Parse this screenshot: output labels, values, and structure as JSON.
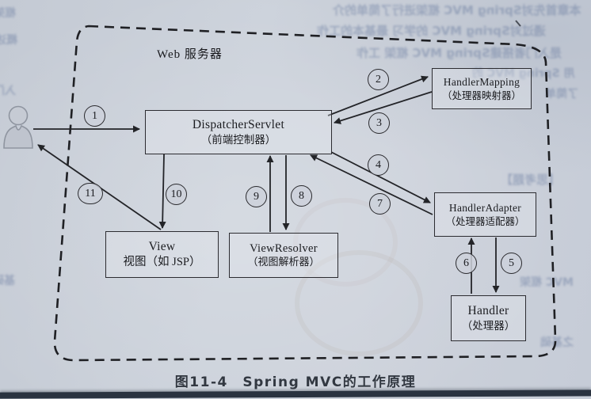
{
  "figure": {
    "caption": "图11-4　Spring MVC的工作原理",
    "container_label": "Web 服务器"
  },
  "nodes": {
    "dispatcher_servlet": {
      "title": "DispatcherServlet",
      "subtitle": "（前端控制器）"
    },
    "handler_mapping": {
      "title": "HandlerMapping",
      "subtitle": "（处理器映射器）"
    },
    "handler_adapter": {
      "title": "HandlerAdapter",
      "subtitle": "（处理器适配器）"
    },
    "handler": {
      "title": "Handler",
      "subtitle": "（处理器）"
    },
    "view": {
      "title": "View",
      "subtitle": "视图（如 JSP）"
    },
    "view_resolver": {
      "title": "ViewResolver",
      "subtitle": "（视图解析器）"
    }
  },
  "steps": [
    "1",
    "2",
    "3",
    "4",
    "5",
    "6",
    "7",
    "8",
    "9",
    "10",
    "11"
  ],
  "edges": [
    {
      "step": "1",
      "from": "user",
      "to": "dispatcher_servlet"
    },
    {
      "step": "2",
      "from": "dispatcher_servlet",
      "to": "handler_mapping"
    },
    {
      "step": "3",
      "from": "handler_mapping",
      "to": "dispatcher_servlet"
    },
    {
      "step": "4",
      "from": "dispatcher_servlet",
      "to": "handler_adapter"
    },
    {
      "step": "5",
      "from": "handler_adapter",
      "to": "handler"
    },
    {
      "step": "6",
      "from": "handler",
      "to": "handler_adapter"
    },
    {
      "step": "7",
      "from": "handler_adapter",
      "to": "dispatcher_servlet"
    },
    {
      "step": "8",
      "from": "dispatcher_servlet",
      "to": "view_resolver"
    },
    {
      "step": "9",
      "from": "view_resolver",
      "to": "dispatcher_servlet"
    },
    {
      "step": "10",
      "from": "dispatcher_servlet",
      "to": "view"
    },
    {
      "step": "11",
      "from": "view",
      "to": "user"
    }
  ],
  "ghost_bleedthrough": {
    "f1": "本章首先对Spring MVC 框架进行了简单的介",
    "f2": "通过对Spring MVC 的学习 最基本的工作",
    "f3": "是入门者搭建Spring MVC 框架 工作",
    "f4": "用 Spring MVC 的",
    "f5": "了简单",
    "f6": "【思考题】",
    "f7": "MVC 框架",
    "f8": "之基础"
  },
  "colors": {
    "paper": "#ccd2db",
    "ink": "#24262b",
    "box_border": "#2c2c31",
    "photo_edge": "#2a3340"
  }
}
